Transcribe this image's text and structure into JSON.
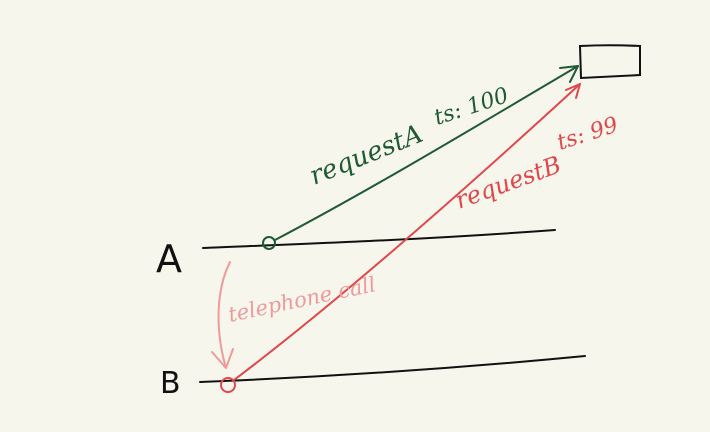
{
  "nodes": {
    "a_label": "A",
    "b_label": "B"
  },
  "messages": {
    "request_a": "requestA",
    "request_a_ts": "ts: 100",
    "request_b": "requestB",
    "request_b_ts": "ts: 99",
    "telephone_call": "telephone call"
  },
  "colors": {
    "background": "#f6f6ec",
    "ink": "#111111",
    "green": "#1f5a34",
    "red": "#e0474b",
    "pink": "#ef9a9a"
  }
}
